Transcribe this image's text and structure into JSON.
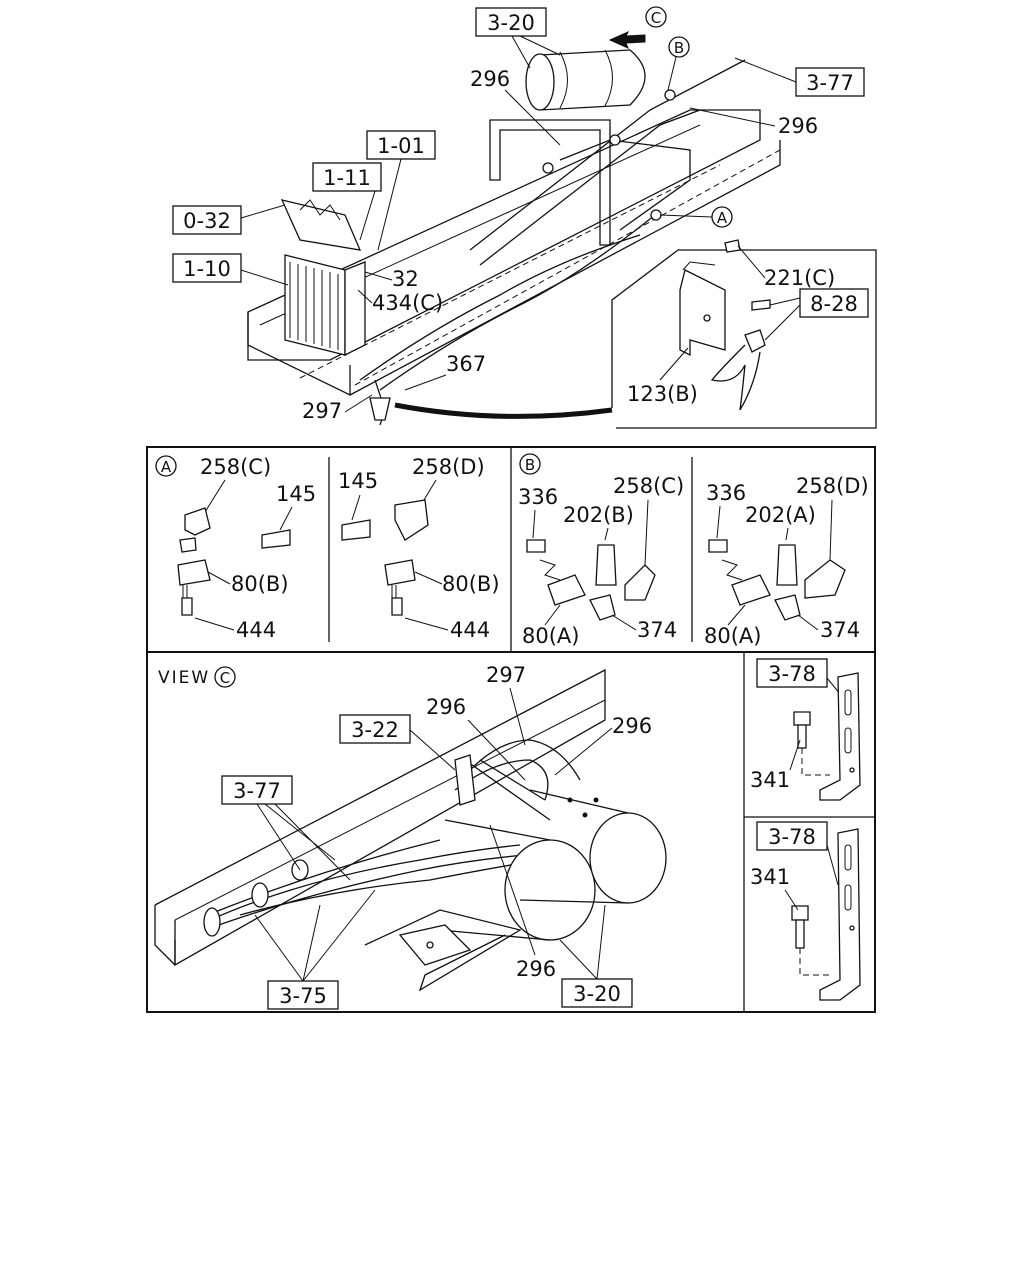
{
  "top": {
    "view_marker": "C",
    "circle_b": "B",
    "circle_a": "A",
    "boxes": {
      "b320": "3-20",
      "b377": "3-77",
      "b101": "1-01",
      "b111": "1-11",
      "b032": "0-32",
      "b110": "1-10",
      "b828": "8-28"
    },
    "labels": {
      "l296a": "296",
      "l296b": "296",
      "l32": "32",
      "l434c": "434(C)",
      "l367": "367",
      "l297": "297",
      "l221c": "221(C)",
      "l123b": "123(B)"
    }
  },
  "detail_a": {
    "marker": "A",
    "left": {
      "l258c": "258(C)",
      "l145": "145",
      "l80b": "80(B)",
      "l444": "444"
    },
    "right": {
      "l145": "145",
      "l258d": "258(D)",
      "l80b": "80(B)",
      "l444": "444"
    }
  },
  "detail_b": {
    "marker": "B",
    "left": {
      "l336": "336",
      "l202b": "202(B)",
      "l258c": "258(C)",
      "l80a": "80(A)",
      "l374": "374"
    },
    "right": {
      "l336": "336",
      "l202a": "202(A)",
      "l258d": "258(D)",
      "l80a": "80(A)",
      "l374": "374"
    }
  },
  "view_c": {
    "title": "VIEW",
    "marker": "C",
    "boxes": {
      "b322": "3-22",
      "b377": "3-77",
      "b375": "3-75",
      "b320": "3-20"
    },
    "labels": {
      "l297": "297",
      "l296a": "296",
      "l296b": "296",
      "l296c": "296"
    }
  },
  "side": {
    "top": {
      "box": "3-78",
      "label": "341"
    },
    "bottom": {
      "box": "3-78",
      "label": "341"
    }
  }
}
